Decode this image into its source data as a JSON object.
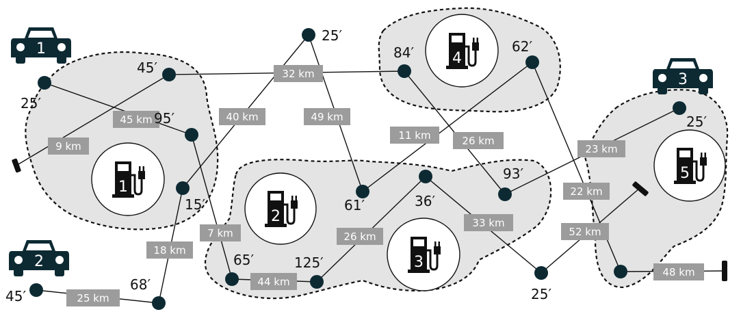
{
  "cars": [
    {
      "id": "car-1",
      "label": "1"
    },
    {
      "id": "car-2",
      "label": "2"
    },
    {
      "id": "car-3",
      "label": "3"
    }
  ],
  "stations": [
    {
      "id": "station-1",
      "label": "1"
    },
    {
      "id": "station-2",
      "label": "2"
    },
    {
      "id": "station-3",
      "label": "3"
    },
    {
      "id": "station-4",
      "label": "4"
    },
    {
      "id": "station-5",
      "label": "5"
    }
  ],
  "node_times": {
    "n1": "25′",
    "n2": "45′",
    "n3": "95′",
    "n4": "15′",
    "n5": "68′",
    "n6": "45′",
    "n7": "25′",
    "n8": "84′",
    "n9": "62′",
    "n10": "61′",
    "n11": "36′",
    "n12": "65′",
    "n13": "125′",
    "n14": "93′",
    "n15": "25′",
    "n16": "25′"
  },
  "edges": {
    "e1": "45 km",
    "e2": "9 km",
    "e3": "32 km",
    "e4": "40 km",
    "e5": "49 km",
    "e6": "18 km",
    "e7": "7 km",
    "e8": "25 km",
    "e9": "44 km",
    "e10": "26 km",
    "e11": "11 km",
    "e12": "26 km",
    "e13": "33 km",
    "e14": "23 km",
    "e15": "22 km",
    "e16": "52 km",
    "e17": "48 km"
  }
}
